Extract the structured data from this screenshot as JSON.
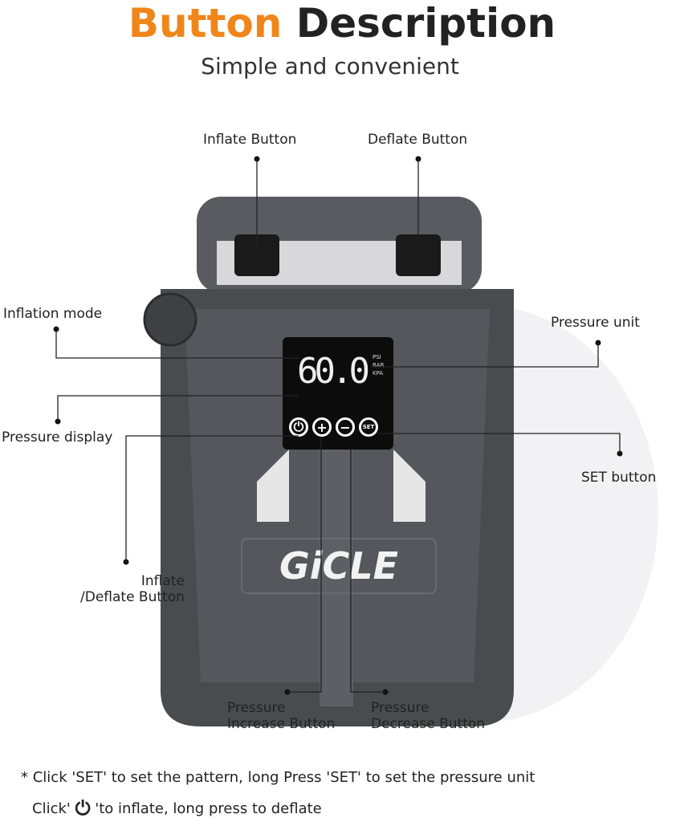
{
  "header": {
    "title_highlight": "Button",
    "title_rest": "Description",
    "subtitle": "Simple and convenient"
  },
  "colors": {
    "accent": "#f0861a",
    "device": "#4a4b4f",
    "line": "#222222"
  },
  "callouts": {
    "inflate_button": "Inflate Button",
    "deflate_button": "Deflate Button",
    "inflation_mode": "Inflation mode",
    "pressure_unit": "Pressure unit",
    "pressure_display": "Pressure display",
    "set_button": "SET button",
    "inflate_deflate_line1": "Inflate",
    "inflate_deflate_line2": "/Deflate Button",
    "pressure_increase_line1": "Pressure",
    "pressure_increase_line2": "Increase Button",
    "pressure_decrease_line1": "Pressure",
    "pressure_decrease_line2": "Decrease Button"
  },
  "device": {
    "brand": "GiCLE",
    "display_value": "60.0",
    "units": [
      "PSI",
      "BAR",
      "KPA"
    ],
    "buttons": {
      "power": "power-icon",
      "plus": "+",
      "minus": "−",
      "set": "SET"
    }
  },
  "notes": {
    "line1": "* Click 'SET' to set the pattern, long Press 'SET' to set the pressure unit",
    "line2_prefix": "Click'",
    "line2_icon": "power-icon",
    "line2_suffix": "'to inflate, long press to deflate"
  }
}
